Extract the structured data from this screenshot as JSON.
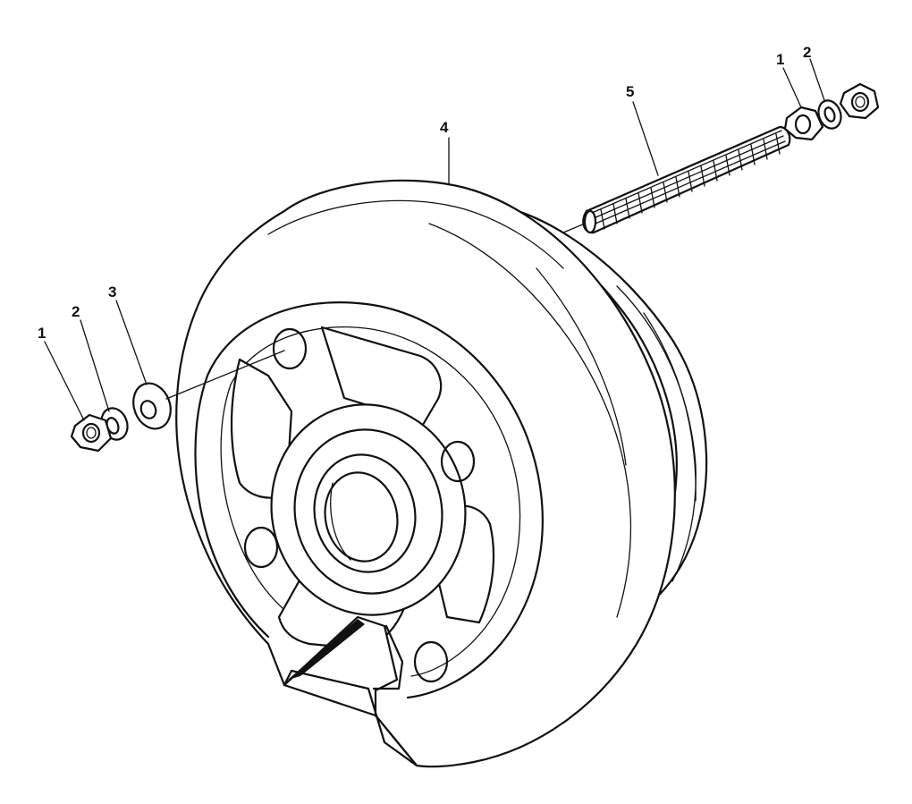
{
  "labels": {
    "nut_left": "1",
    "lock_washer_left": "2",
    "flat_washer": "3",
    "wheel": "4",
    "stud": "5",
    "nut_right": "1",
    "lock_washer_right": "2"
  },
  "colors": {
    "ink": "#111111",
    "paper": "#ffffff"
  }
}
